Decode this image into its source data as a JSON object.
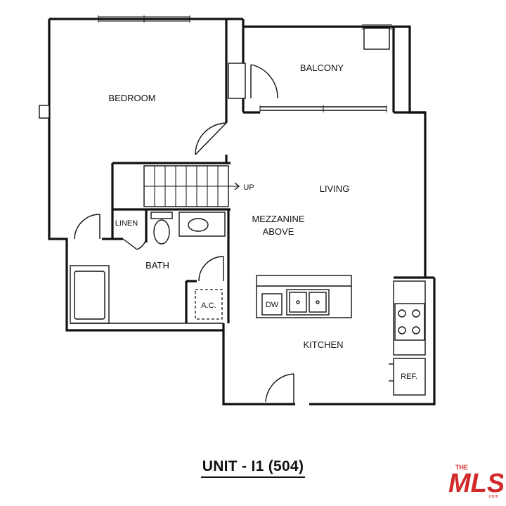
{
  "rooms": {
    "bedroom": "BEDROOM",
    "balcony": "BALCONY",
    "living": "LIVING",
    "mezzanine_line1": "MEZZANINE",
    "mezzanine_line2": "ABOVE",
    "bath": "BATH",
    "kitchen": "KITCHEN"
  },
  "fixtures": {
    "linen": "LINEN",
    "ac": "A.C.",
    "dw": "DW",
    "ref": "REF.",
    "stair_up": "UP"
  },
  "unit_title": "UNIT - I1 (504)",
  "logo": {
    "the": "THE",
    "mls": "MLS",
    "com": ".com",
    "color": "#d22a2a"
  }
}
